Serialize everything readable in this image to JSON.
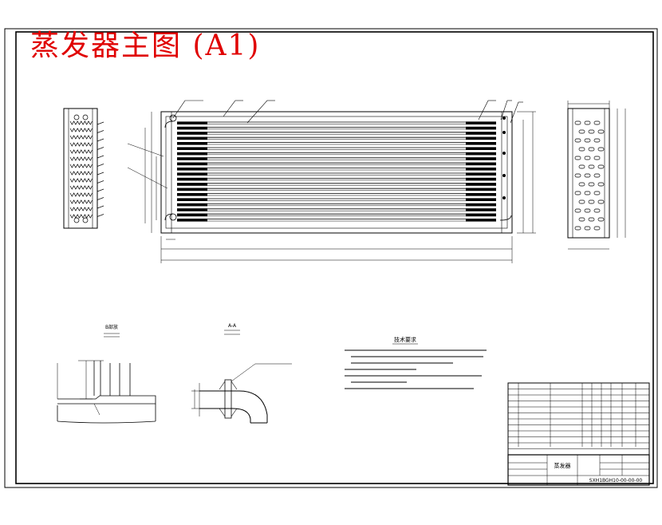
{
  "drawing": {
    "title": "蒸发器主图 (A1)",
    "title_color": "#e00000",
    "line_color": "#000000"
  },
  "section_views": {
    "detail_label": "B部放",
    "section_label": "A-A"
  },
  "notes": {
    "heading": "技术要求",
    "items": []
  },
  "title_block": {
    "part_name": "蒸发器",
    "drawing_number": "SXH1BGH10-00-00-00"
  }
}
